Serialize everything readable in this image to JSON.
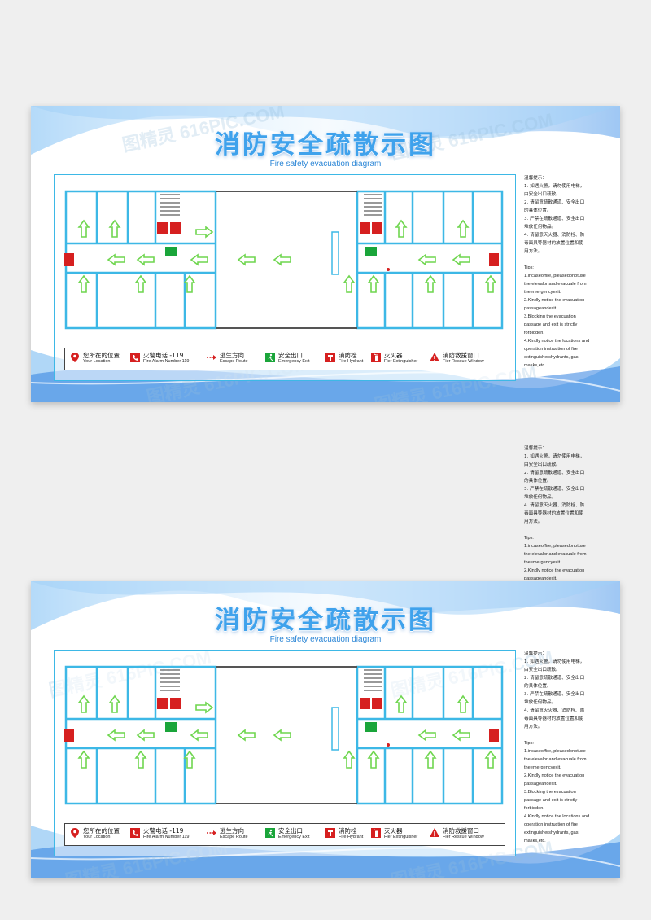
{
  "title": "消防安全疏散示图",
  "subtitle": "Fire safety evacuation diagram",
  "watermark": "图精灵 616PIC.COM",
  "legend": [
    {
      "zh": "您所在的位置",
      "en": "Your Location",
      "icon": "location-pin-icon",
      "color": "#d62020"
    },
    {
      "zh": "火警电话 -119",
      "en": "Fire Alarm Number 119",
      "icon": "fire-phone-icon",
      "color": "#d62020"
    },
    {
      "zh": "逃生方向",
      "en": "Escape Route",
      "icon": "escape-arrow-icon",
      "color": "#d62020"
    },
    {
      "zh": "安全出口",
      "en": "Emergency Exit",
      "icon": "emergency-exit-icon",
      "color": "#1aa53a"
    },
    {
      "zh": "消防栓",
      "en": "Fire Hydrant",
      "icon": "fire-hydrant-icon",
      "color": "#d62020"
    },
    {
      "zh": "灭火器",
      "en": "Fier Extinguisher",
      "icon": "extinguisher-icon",
      "color": "#d62020"
    },
    {
      "zh": "消防救援窗口",
      "en": "Fier Rescue Window",
      "icon": "warning-triangle-icon",
      "color": "#d62020"
    }
  ],
  "tips_zh_title": "温馨提示：",
  "tips_zh": [
    "1. 如遇火警，请勿使用电梯，",
    "由安全出口疏散。",
    "2. 请留意疏散通道、安全出口",
    "的具体位置。",
    "3. 严禁在疏散通道、安全出口",
    "堆放任何物品。",
    "4. 请留意灭火器、消防栓、防",
    "毒面具等器材的放置位置和使",
    "用方法。"
  ],
  "tips_en_title": "Tips:",
  "tips_en": [
    "1.incaseoffire, pleasedonotuse",
    "the elevalor and evacuale from",
    "theemergencyexit.",
    "2.Kindly  notice  the  evacuation",
    "passageandexit.",
    "3.Blocking    the    evacuation",
    "passage and exit is strictly",
    "forbidden.",
    "4.Kindly notice the locations and",
    "operation  instruction  of  fire",
    "extinguishershydrants, gas",
    "masks,etc."
  ],
  "colors": {
    "accent": "#3fa2ec",
    "wall": "#3db8e6",
    "arrow": "#7ed957",
    "fire": "#d62020",
    "exit": "#1aa53a"
  }
}
